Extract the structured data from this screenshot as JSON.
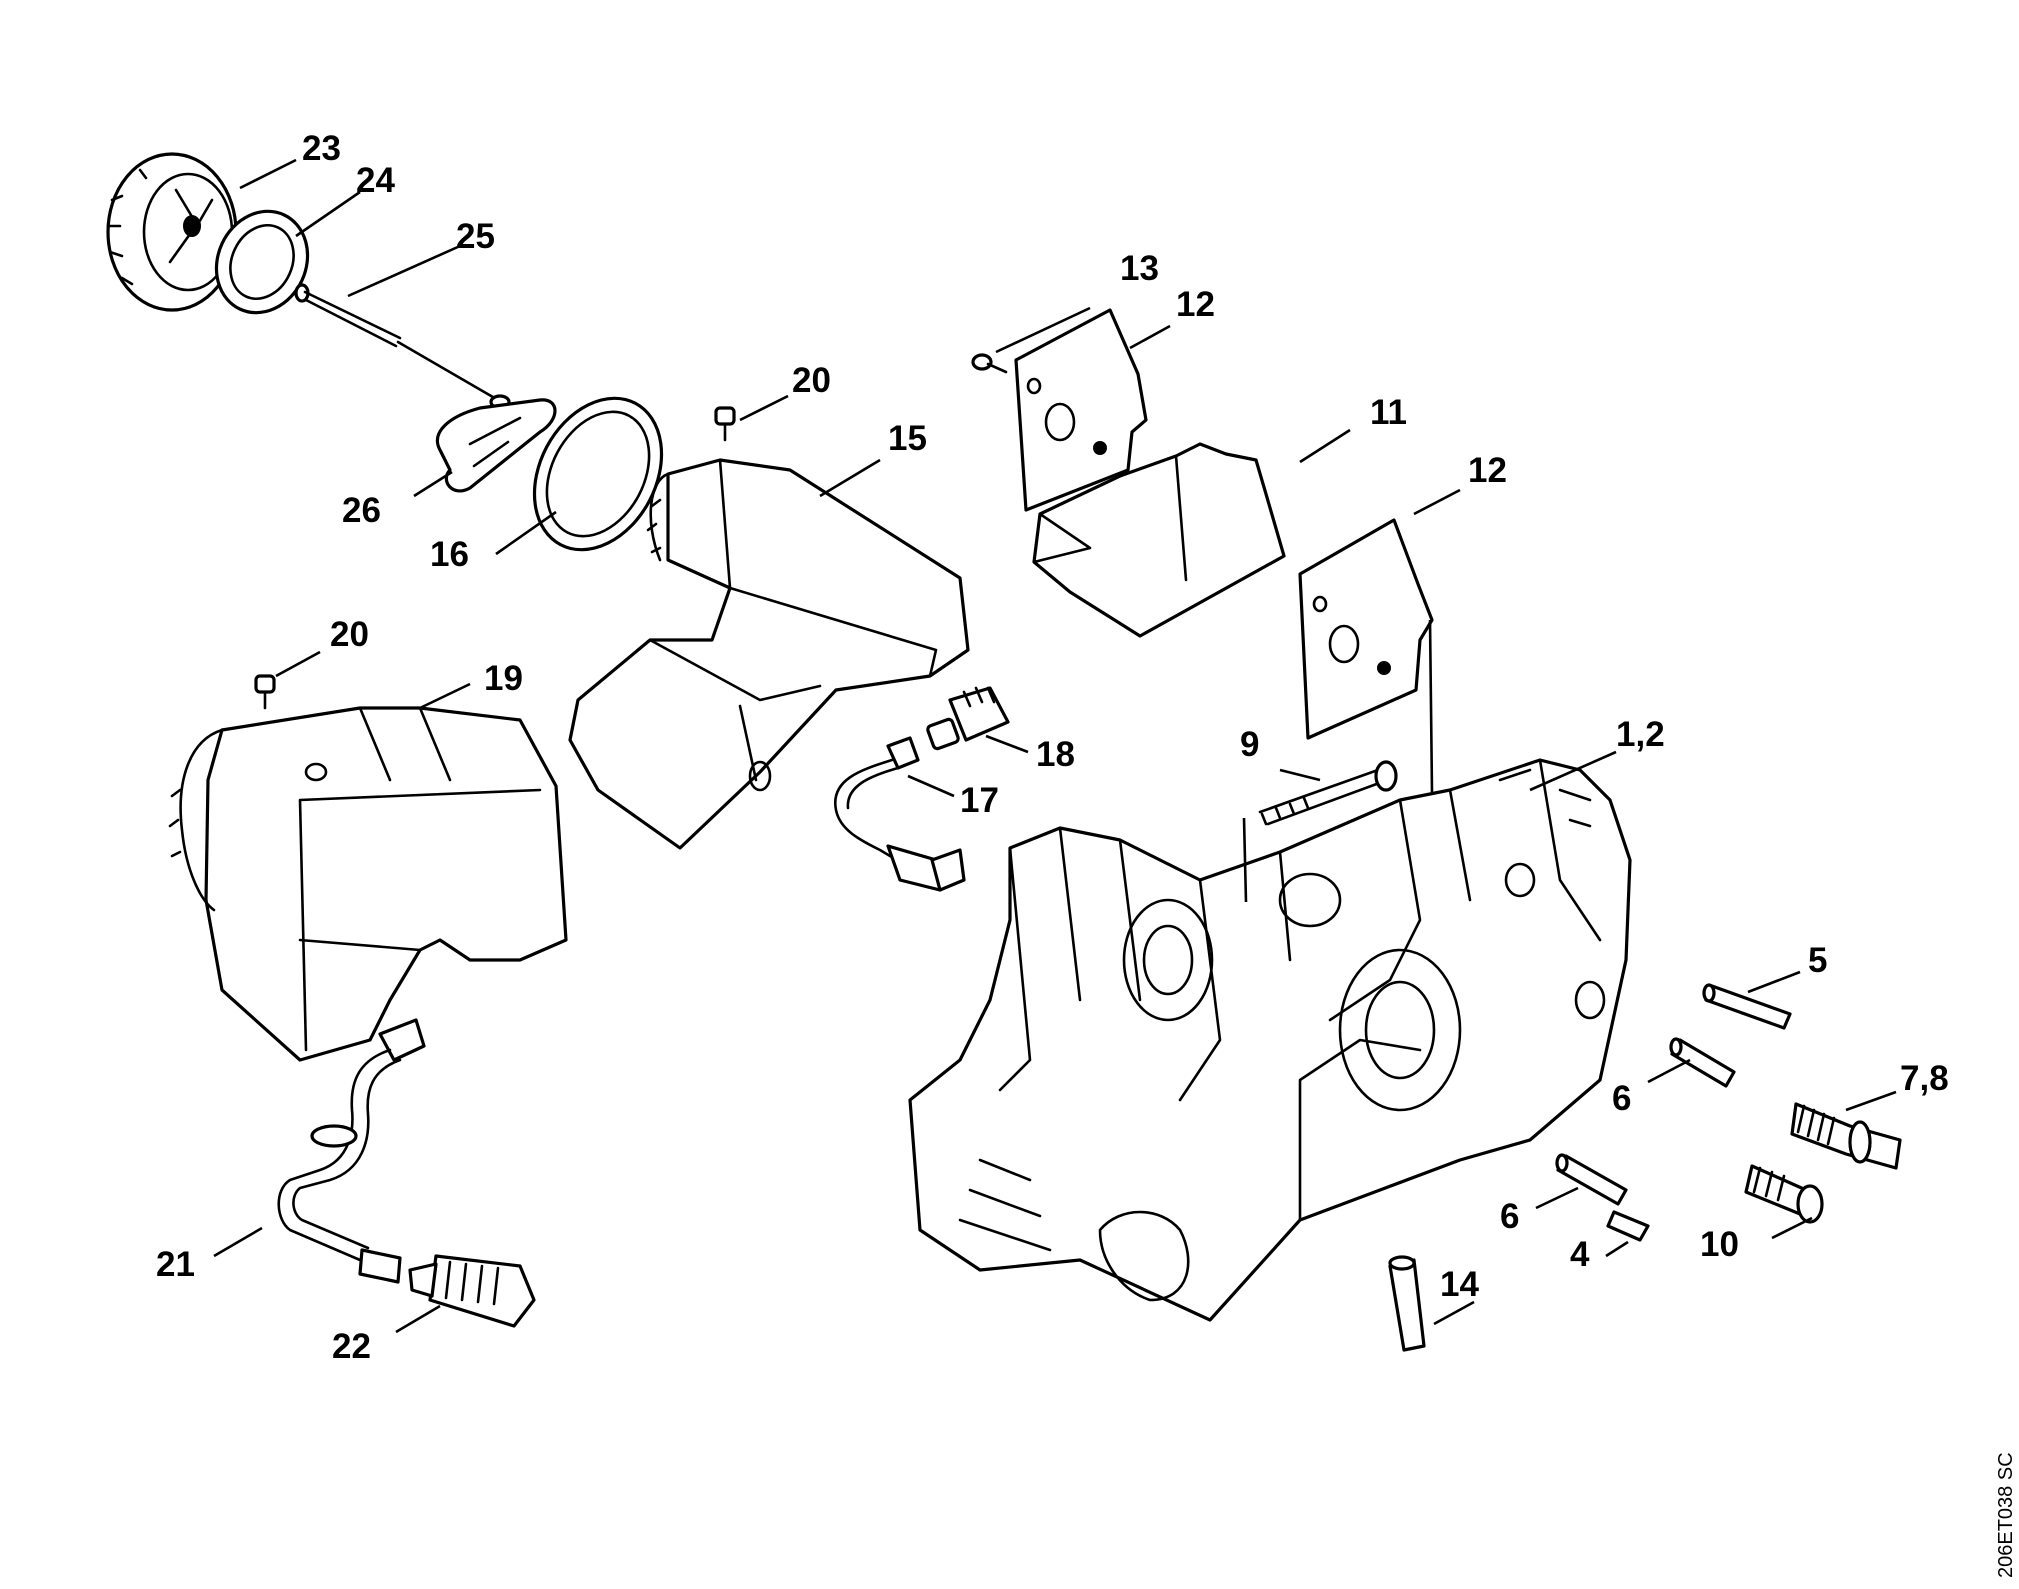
{
  "diagram": {
    "labels": [
      "23",
      "24",
      "25",
      "20",
      "15",
      "26",
      "16",
      "13",
      "12",
      "11",
      "12",
      "20",
      "19",
      "9",
      "1,2",
      "18",
      "17",
      "5",
      "6",
      "7,8",
      "21",
      "6",
      "4",
      "10",
      "22",
      "14"
    ],
    "document_id": "206ET038 SC"
  }
}
